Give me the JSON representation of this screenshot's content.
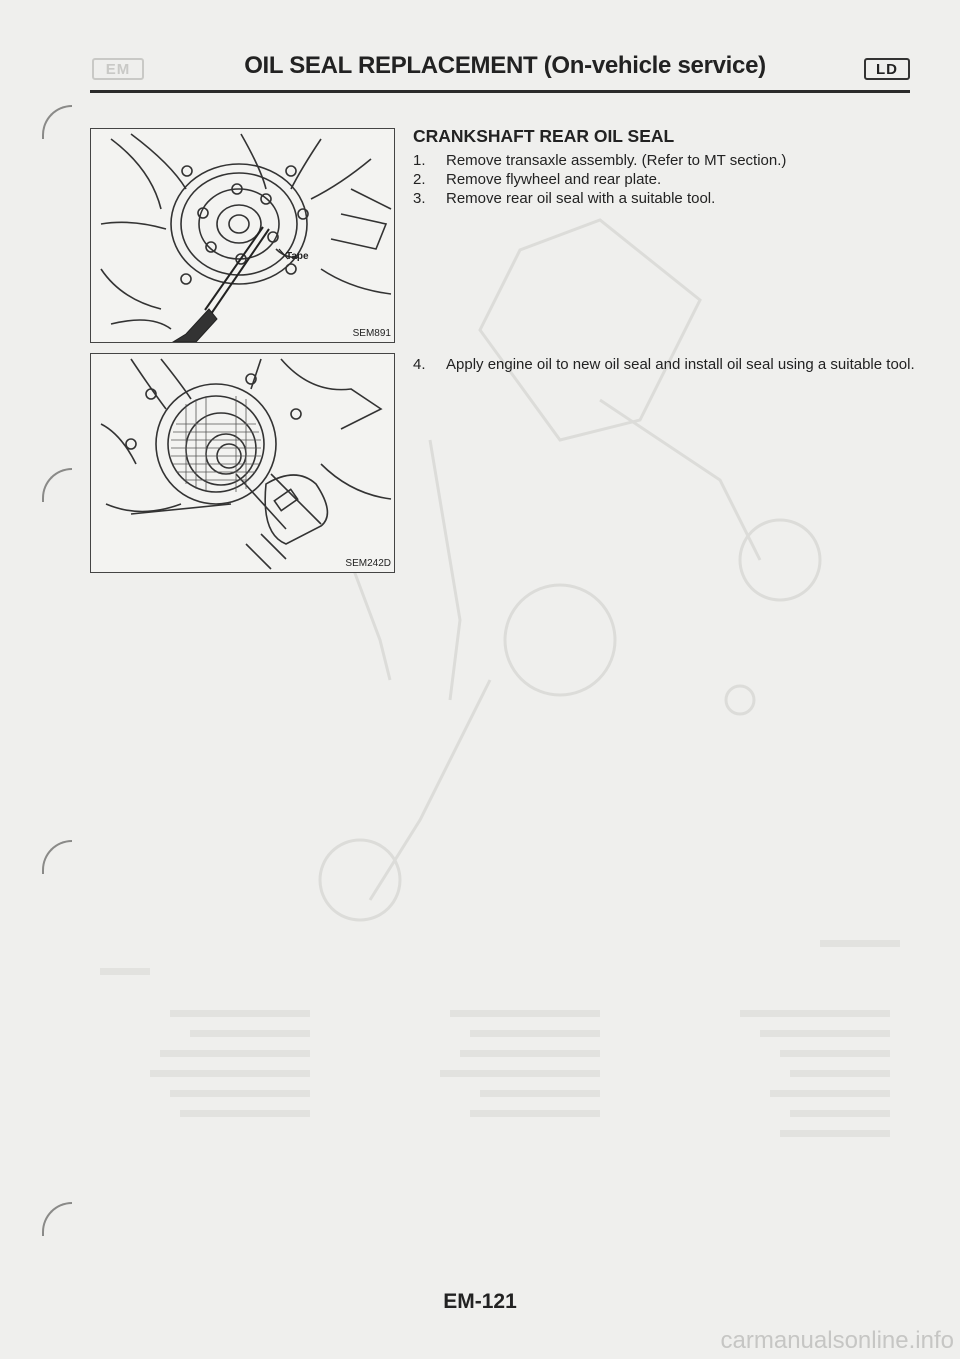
{
  "header": {
    "left_tab": "EM",
    "title": "OIL SEAL REPLACEMENT (On-vehicle service)",
    "right_tab": "LD"
  },
  "figures": [
    {
      "code": "SEM891",
      "callout": "Tape"
    },
    {
      "code": "SEM242D"
    }
  ],
  "section": {
    "heading": "CRANKSHAFT REAR OIL SEAL",
    "steps_group_1": [
      {
        "num": "1.",
        "text": "Remove transaxle assembly. (Refer to MT section.)"
      },
      {
        "num": "2.",
        "text": "Remove flywheel and rear plate."
      },
      {
        "num": "3.",
        "text": "Remove rear oil seal with a suitable tool."
      }
    ],
    "steps_group_2": [
      {
        "num": "4.",
        "text": "Apply engine oil to new oil seal and install oil seal using a suitable tool."
      }
    ]
  },
  "footer": {
    "page_number": "EM-121",
    "watermark": "carmanualsonline.info"
  }
}
